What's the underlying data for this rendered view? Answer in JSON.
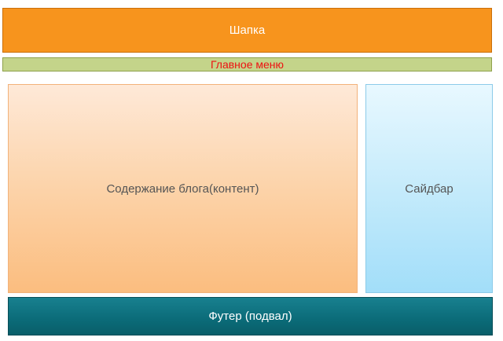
{
  "header": {
    "label": "Шапка"
  },
  "menu": {
    "label": "Главное меню"
  },
  "content": {
    "label": "Содержание блога(контент)"
  },
  "sidebar": {
    "label": "Сайдбар"
  },
  "footer": {
    "label": "Футер (подвал)"
  },
  "colors": {
    "header": "#f7941d",
    "menu_bg": "#c4d48a",
    "menu_text": "#ee1111",
    "content": "#fcd3a9",
    "sidebar": "#c5ebfb",
    "footer": "#0b6b78"
  }
}
